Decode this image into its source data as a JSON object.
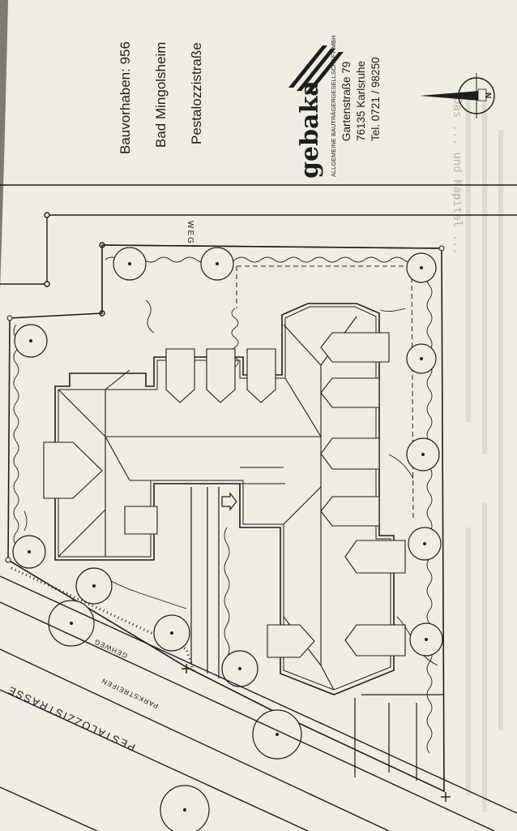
{
  "title_block": {
    "project": "Bauvorhaben: 956",
    "town": "Bad Mingolsheim",
    "street": "Pestalozzistraße"
  },
  "company": {
    "logo_text": "gebaka",
    "full_name": "ALLGEMEINE BAUTRÄGERGESELLSCHAFT MBH",
    "address_street": "Gartenstraße 79",
    "address_city": "76135 Karlsruhe",
    "phone": "Tel. 0721 / 98250"
  },
  "north_arrow": {
    "label": "N"
  },
  "plan_labels": {
    "weg": "WEG",
    "gehweg": "GEHWEG",
    "parkstreifen": "PARKSTREIFEN",
    "street_name": "PESTALOZZISTRASSE"
  },
  "background_page": {
    "heading": "Das ... und Kapital ..."
  },
  "colors": {
    "paper": "#efece4",
    "ink": "#1d1d1d",
    "binding": "#8d8a86"
  }
}
